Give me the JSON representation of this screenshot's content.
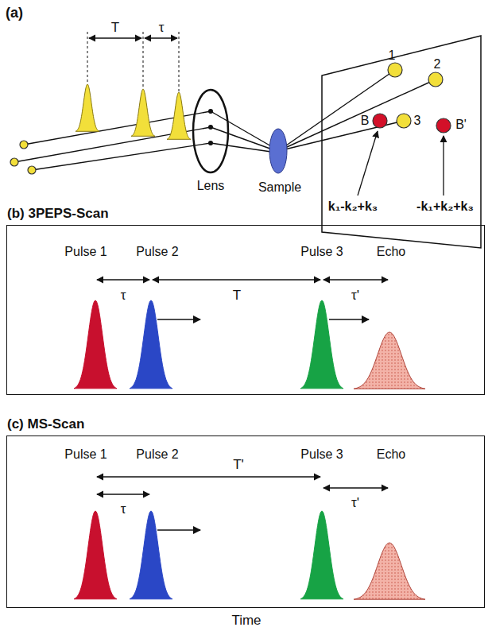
{
  "diagram": {
    "nodes": [
      {
        "text": [
          "(b) 3PEPS-Scan"
        ]
      },
      {
        "text": [
          "(c) MS-Scan"
        ]
      }
    ],
    "labels": [
      "(a)",
      "T",
      "τ",
      "Lens",
      "Sample",
      "1",
      "2",
      "3",
      "B",
      "B'",
      "k₁-k₂+k₃",
      "-k₁+k₂+k₃",
      "Pulse 1",
      "τ",
      "Pulse 2",
      "T",
      "Pulse 3",
      "τ'",
      "Echo",
      "Pulse 1",
      "τ",
      "Pulse 2",
      "T'",
      "Pulse 3",
      "τ'",
      "Echo",
      "Time"
    ]
  }
}
